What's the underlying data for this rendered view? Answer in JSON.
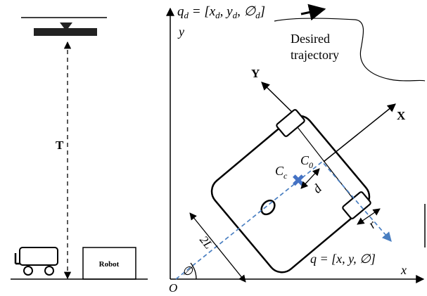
{
  "left_panel": {
    "tether_label": "T",
    "robot_box_label": "Robot"
  },
  "right_panel": {
    "desired_pose": "q_d = [x_d, y_d, ∅_d]",
    "desired_trajectory_line1": "Desired",
    "desired_trajectory_line2": "trajectory",
    "world_y_axis": "y",
    "world_x_axis": "x",
    "origin": "O",
    "body_y_axis": "Y",
    "body_x_axis": "X",
    "point_c0": "C",
    "point_c0_sub": "0",
    "point_cc": "C",
    "point_cc_sub": "c",
    "offset_d": "d",
    "wheel_radius": "r",
    "track_width": "2L",
    "heading_angle": "∅",
    "robot_pose": "q = [x, y, ∅]"
  },
  "colors": {
    "ink": "#000000",
    "path_blue": "#4a7fc1",
    "marker_blue": "#4472c4"
  }
}
